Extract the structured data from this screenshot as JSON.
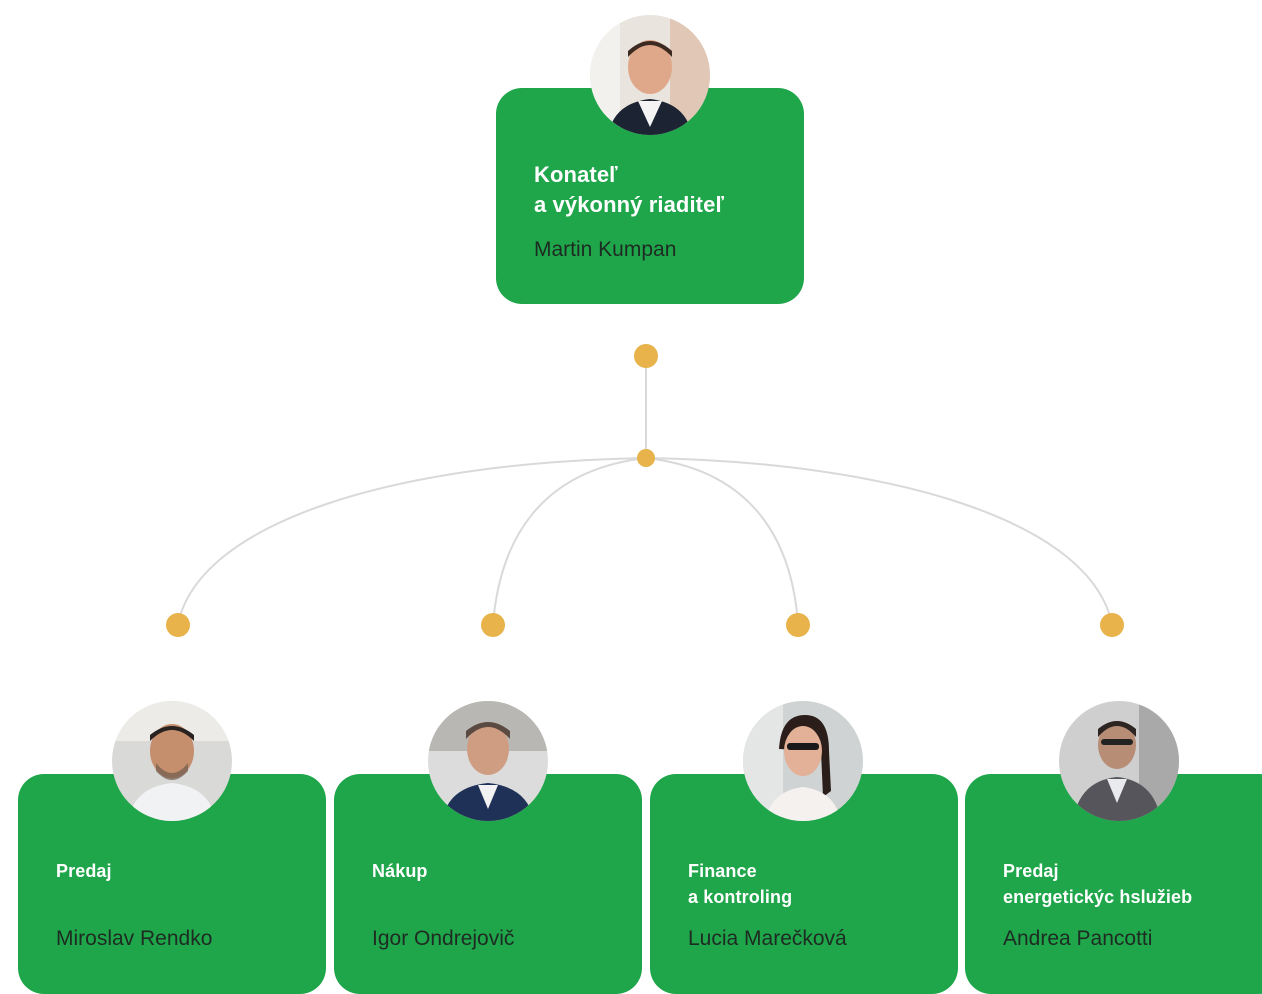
{
  "chart": {
    "root": {
      "role": "Konateľ\na výkonný riaditeľ",
      "name": "Martin Kumpan",
      "photo_icon": "person-photo"
    },
    "children": [
      {
        "role": "Predaj",
        "name": "Miroslav Rendko",
        "photo_icon": "person-photo"
      },
      {
        "role": "Nákup",
        "name": "Igor Ondrejovič",
        "photo_icon": "person-photo"
      },
      {
        "role": "Finance\na kontroling",
        "name": "Lucia Marečková",
        "photo_icon": "person-photo"
      },
      {
        "role": "Predaj\nenergetickýc hslužieb",
        "name": "Andrea Pancotti",
        "photo_icon": "person-photo"
      }
    ]
  },
  "colors": {
    "card": "#1fa64a",
    "card_text": "#ffffff",
    "name_text": "#1d2b22",
    "connector_dot": "#e7b34a",
    "connector_line": "#d9d9d9"
  }
}
